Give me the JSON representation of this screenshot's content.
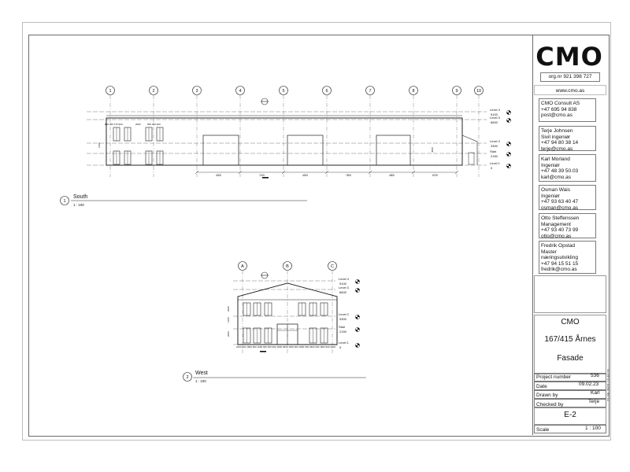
{
  "titleblock": {
    "logo": "CMO",
    "org_nr": "org.nr 921 398 727",
    "website": "www.cmo.as",
    "contacts": [
      {
        "lines": [
          "CMO Consult AS",
          "+47 695 94 838",
          "post@cmo.as"
        ]
      },
      {
        "lines": [
          "Terje Johnsen",
          "Sivil ingeniør",
          "+47 94 80 38 14",
          "terje@cmo.as"
        ]
      },
      {
        "lines": [
          "Karl Morland",
          "Ingeniør",
          "+47 48 39 50.03",
          "karl@cmo.as"
        ]
      },
      {
        "lines": [
          "Osman Wais",
          "Ingeniør",
          "+47 93 63 40 47",
          "osman@cmo.as"
        ]
      },
      {
        "lines": [
          "Otto Steffenssen",
          "Management",
          "+47 93 40 73 99",
          "otto@cmo.as"
        ]
      },
      {
        "lines": [
          "Fredrik Opstad",
          "Master",
          "næringsutvikling",
          "+47 94 15 51 15",
          "fredrik@cmo.as"
        ]
      }
    ],
    "client": "CMO",
    "project_name": "167/415 Årnes",
    "sheet_name": "Fasade",
    "fields": {
      "project_number_label": "Project number",
      "project_number": "536",
      "date_label": "Date",
      "date": "09.02.23",
      "drawn_by_label": "Drawn by",
      "drawn_by": "Karl",
      "checked_by_label": "Checked by",
      "checked_by": "Terje",
      "sheet_number": "E-2",
      "scale_label": "Scale",
      "scale": "1 : 100"
    },
    "print_stamp": "21.05.2023 13:40:31"
  },
  "views": {
    "south": {
      "number": "1",
      "title": "South",
      "scale": "1 : 100",
      "grid": [
        "1",
        "2",
        "3",
        "4",
        "5",
        "6",
        "7",
        "8",
        "9",
        "10"
      ],
      "levels": [
        {
          "name": "Level 4",
          "elev": "9100"
        },
        {
          "name": "Level 3",
          "elev": "6600"
        },
        {
          "name": "Level 2",
          "elev": "3300"
        },
        {
          "name": "Stair",
          "elev": "2150"
        },
        {
          "name": "Level 1",
          "elev": "0"
        }
      ],
      "dims_bottom": [
        "4000",
        "7100",
        "4000",
        "7600",
        "4500",
        "6700"
      ],
      "dims_top": [
        "800 450 475 900",
        "2000",
        "900 450 900"
      ],
      "dim_left": "1200",
      "dim_door": "4000"
    },
    "west": {
      "number": "2",
      "title": "West",
      "scale": "1 : 100",
      "grid": [
        "A",
        "B",
        "C"
      ],
      "levels": [
        {
          "name": "Level 4",
          "elev": "9100"
        },
        {
          "name": "Level 3",
          "elev": "6600"
        },
        {
          "name": "Level 2",
          "elev": "3300"
        },
        {
          "name": "Stair",
          "elev": "2150"
        },
        {
          "name": "Level 1",
          "elev": "0"
        }
      ],
      "dims_bottom": "2200 900 1800 900 1500 900 600 900 1800 3600 1500 900 1800 900 1800 900 1800 900 2200",
      "dims_left": [
        "2000",
        "1200",
        "2000"
      ]
    }
  }
}
